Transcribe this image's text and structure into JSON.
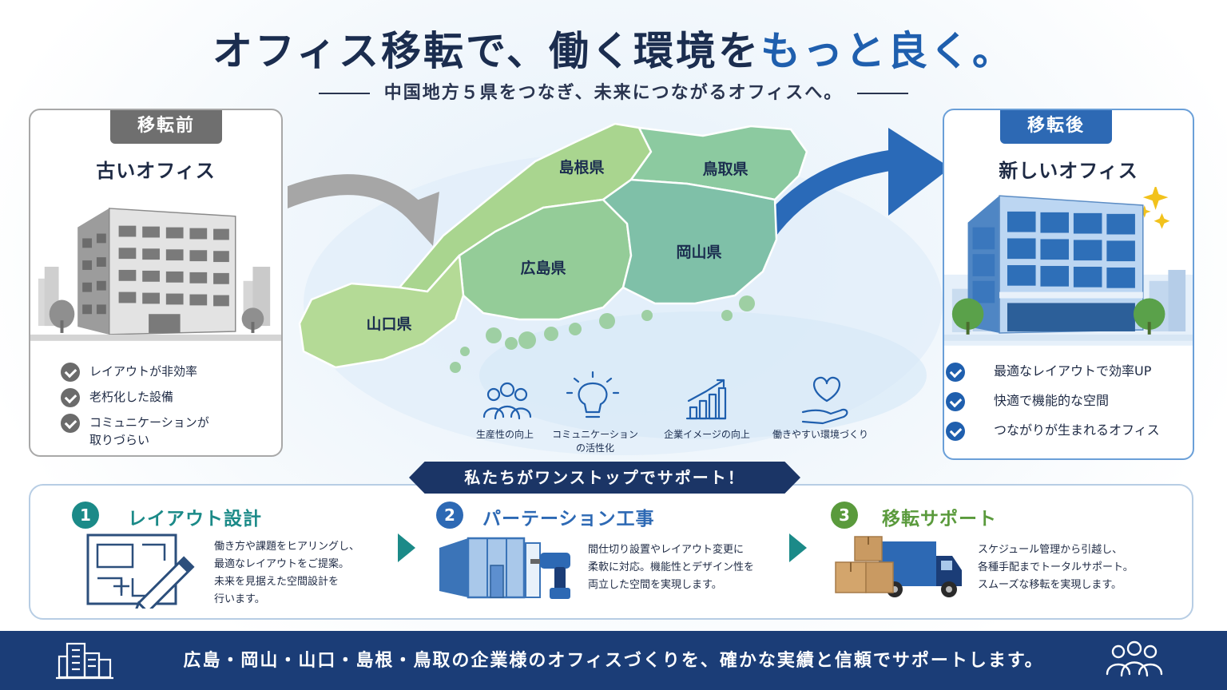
{
  "title": {
    "main": "オフィス移転で、働く環境を",
    "accent": "もっと良く。",
    "subtitle": "中国地方５県をつなぎ、未来につながるオフィスへ。"
  },
  "before": {
    "badge": "移転前",
    "title": "古いオフィス",
    "items": [
      "レイアウトが非効率",
      "老朽化した設備",
      "コミュニケーションが",
      "取りづらい"
    ]
  },
  "after": {
    "badge": "移転後",
    "title": "新しいオフィス",
    "items": [
      "最適なレイアウトで効率UP",
      "快適で機能的な空間",
      "つながりが生まれるオフィス"
    ]
  },
  "map": {
    "prefectures": [
      "島根県",
      "鳥取県",
      "広島県",
      "岡山県",
      "山口県"
    ]
  },
  "benefits": [
    {
      "label": "生産性の向上",
      "icon": "people-icon"
    },
    {
      "label": "コミュニケーション",
      "label2": "の活性化",
      "icon": "lightbulb-icon"
    },
    {
      "label": "企業イメージの向上",
      "icon": "bar-chart-icon"
    },
    {
      "label": "働きやすい環境づくり",
      "icon": "heart-hand-icon"
    }
  ],
  "banner": "私たちがワンストップでサポート！",
  "steps": [
    {
      "num": "1",
      "title": "レイアウト設計",
      "color": "#1b8a88",
      "desc": [
        "働き方や課題をヒアリングし、",
        "最適なレイアウトをご提案。",
        "未来を見据えた空間設計を",
        "行います。"
      ]
    },
    {
      "num": "2",
      "title": "パーテーション工事",
      "color": "#2d69b4",
      "desc": [
        "間仕切り設置やレイアウト変更に",
        "柔軟に対応。機能性とデザイン性を",
        "両立した空間を実現します。"
      ]
    },
    {
      "num": "3",
      "title": "移転サポート",
      "color": "#5a9a3c",
      "desc": [
        "スケジュール管理から引越し、",
        "各種手配までトータルサポート。",
        "スムーズな移転を実現します。"
      ]
    }
  ],
  "footer": "広島・岡山・山口・島根・鳥取の企業様のオフィスづくりを、確かな実績と信頼でサポートします。",
  "colors": {
    "navy": "#1b2d4f",
    "accent_blue": "#1f5fae",
    "footer_bg": "#1b3d77",
    "teal": "#1b8a88",
    "green": "#5a9a3c"
  }
}
